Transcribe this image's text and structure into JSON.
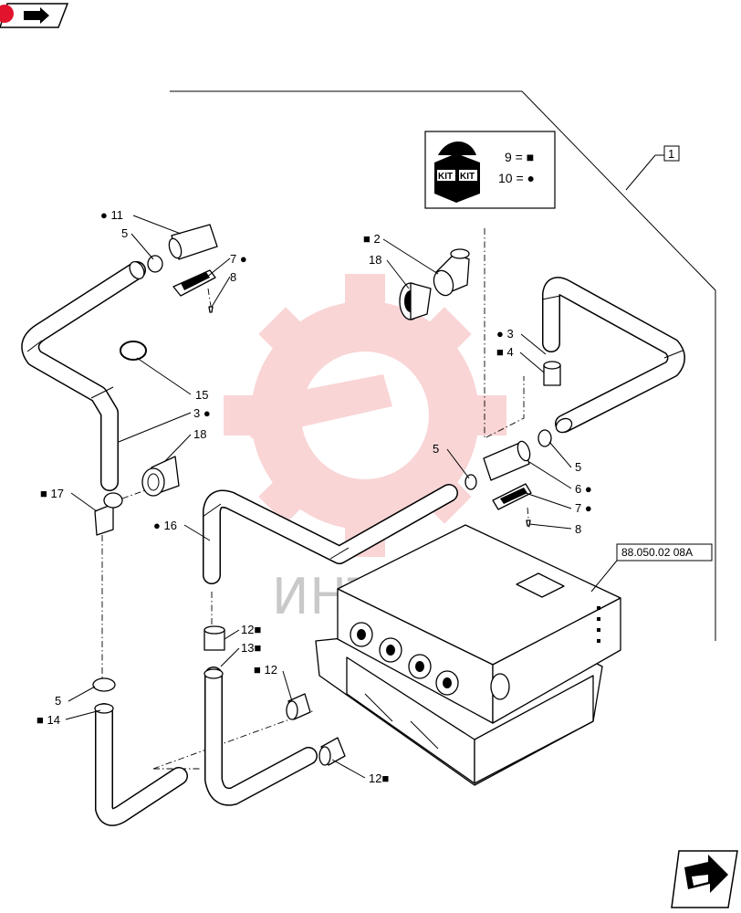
{
  "nav": {
    "top_icon": "book-arrow-icon",
    "bottom_icon": "next-page-arrow-icon"
  },
  "kit_box": {
    "icon_text_left": "KIT",
    "icon_text_right": "KIT",
    "legend_1": "9 = ■",
    "legend_2": "10 = ●"
  },
  "group_callout": "1",
  "reference": "88.050.02 08A",
  "watermark": {
    "text": "ИНТЕХ",
    "color": "#e8434a"
  },
  "callouts": {
    "c11": "● 11",
    "c5a": "5",
    "c7a": "7 ●",
    "c8a": "8",
    "c15": "15",
    "c3a": "3 ●",
    "c18a": "18",
    "c17": "■ 17",
    "c16": "● 16",
    "c2": "■ 2",
    "c18b": "18",
    "c3b": "● 3",
    "c4": "■ 4",
    "c5b": "5",
    "c5c": "5",
    "c6": "6 ●",
    "c7b": "7 ●",
    "c8b": "8",
    "c12a": "12■",
    "c13": "13■",
    "c12b": "■ 12",
    "c5d": "5",
    "c14": "■ 14",
    "c12c": "12■"
  }
}
